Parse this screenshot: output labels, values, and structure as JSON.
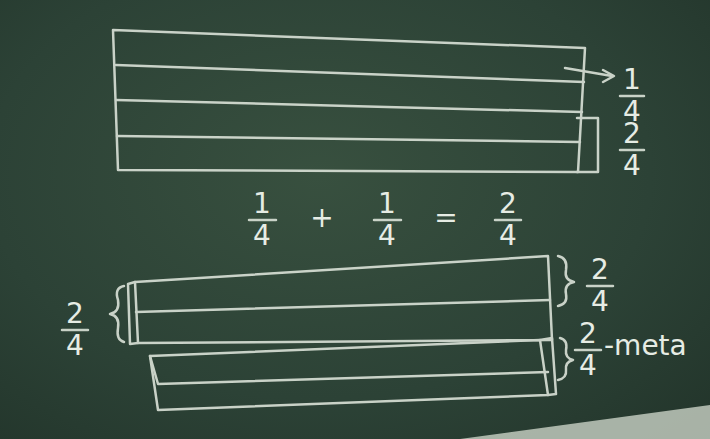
{
  "diagram": {
    "labels": [
      "1",
      "4",
      "2",
      "4",
      "1",
      "4",
      "+",
      "1",
      "4",
      "=",
      "2",
      "4",
      "2",
      "4",
      "2",
      "4",
      "2",
      "4",
      "-meta"
    ]
  }
}
